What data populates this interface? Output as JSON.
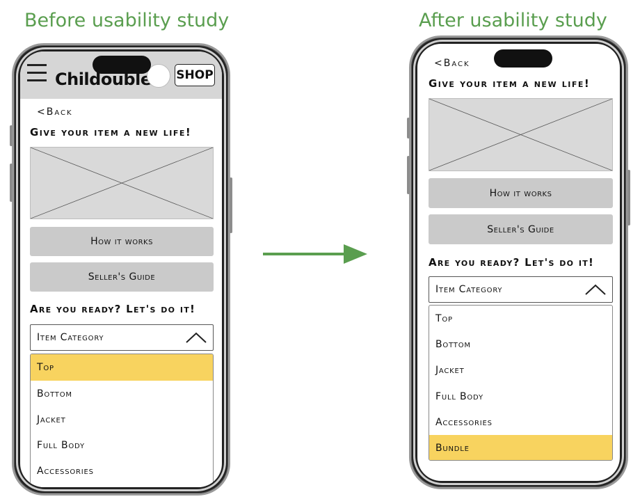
{
  "headings": {
    "before": "Before usability study",
    "after": "After usability study"
  },
  "colors": {
    "heading": "#5a9e4f",
    "arrow": "#5a9e4f",
    "highlight": "#f8d35f",
    "button": "#cacaca",
    "placeholder": "#d9d9d9"
  },
  "before": {
    "brand": "Childouble",
    "shop_label": "SHOP",
    "back_label": "<Back",
    "tagline": "Give your item a new life!",
    "buttons": [
      "How it works",
      "Seller's Guide"
    ],
    "ready_label": "Are you ready? Let's do it!",
    "select_label": "Item Category",
    "options": [
      "Top",
      "Bottom",
      "Jacket",
      "Full Body",
      "Accessories"
    ],
    "selected_option": "Top"
  },
  "after": {
    "back_label": "<Back",
    "tagline": "Give your item a new life!",
    "buttons": [
      "How it works",
      "Seller's Guide"
    ],
    "ready_label": "Are you ready? Let's do it!",
    "select_label": "Item Category",
    "options": [
      "Top",
      "Bottom",
      "Jacket",
      "Full Body",
      "Accessories",
      "Bundle"
    ],
    "selected_option": "Bundle"
  },
  "icons": {
    "menu": "hamburger-menu-icon",
    "chevron": "chevron-up-icon",
    "transition": "right-arrow-icon"
  }
}
